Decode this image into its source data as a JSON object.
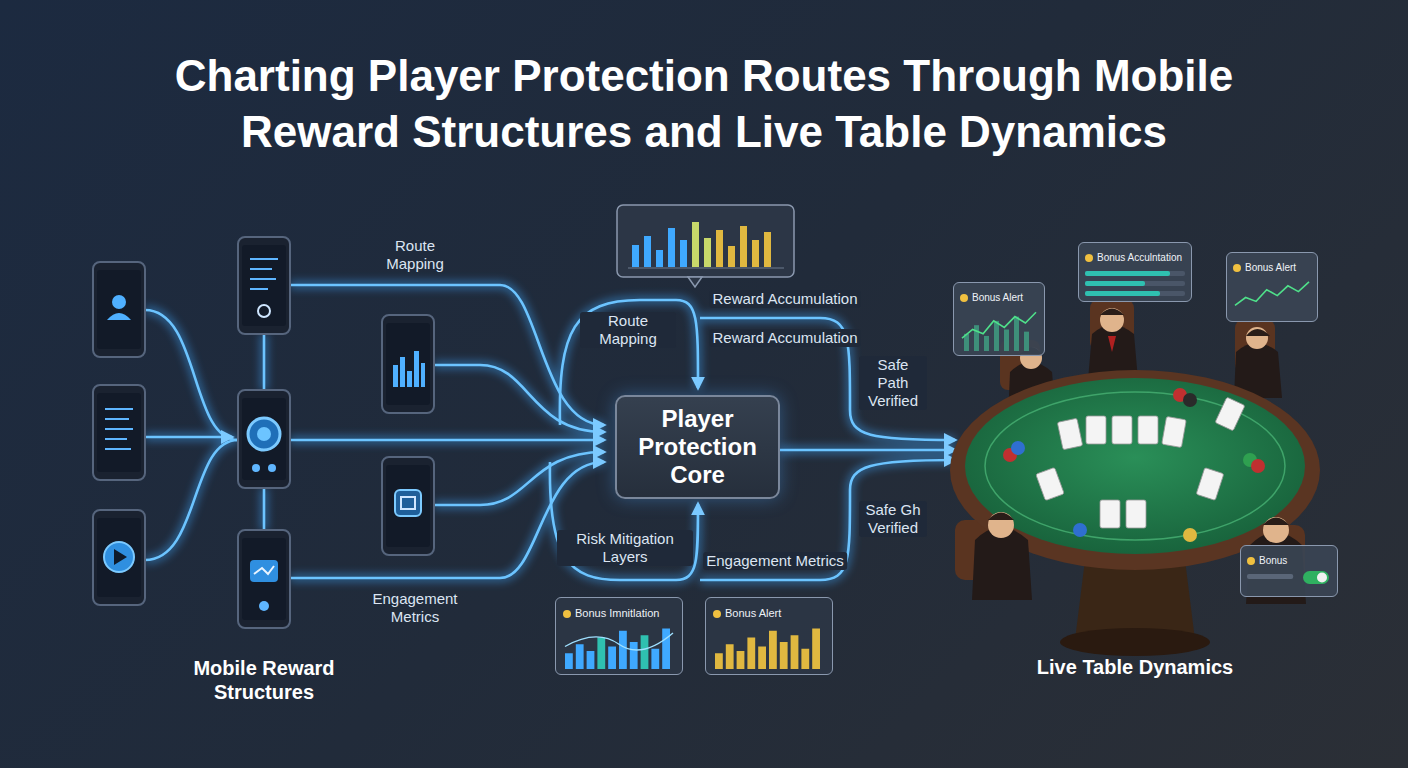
{
  "diagram": {
    "title": "Charting Player Protection Routes Through Mobile Reward Structures and Live Table Dynamics",
    "nodes": [
      {
        "text": [
          "Bonus Acculntation"
        ]
      },
      {
        "text": [
          "Bonus Alert"
        ]
      },
      {
        "text": [
          "Bonus Alert"
        ]
      },
      {
        "text": [
          "Player Protection Core"
        ]
      },
      {
        "text": [
          "Bonus"
        ]
      },
      {
        "text": [
          "Bonus Imnitlation"
        ]
      },
      {
        "text": [
          "Bonus Alert"
        ]
      }
    ],
    "labels": [
      "Route Mapping",
      "Route Mapping",
      "Reward Accumulation",
      "Reward Accumulation",
      "Safe Path Verified",
      "Risk Mitigation Layers",
      "Safe Gh Verified",
      "Engagement Metrics",
      "Engagement Metrics",
      "Mobile Reward Structures",
      "Live Table Dynamics"
    ]
  }
}
